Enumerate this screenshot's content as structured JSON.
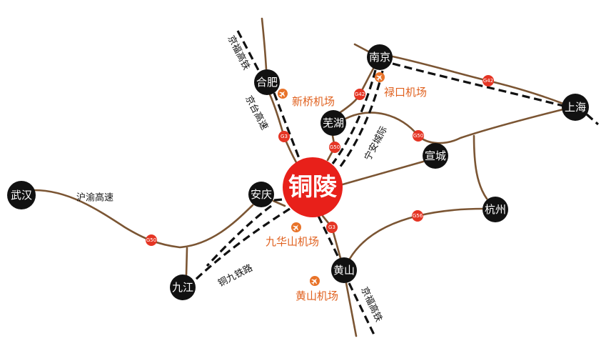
{
  "map": {
    "center_city": "铜陵",
    "cities": {
      "nanjing": "南京",
      "hefei": "合肥",
      "wuhu": "芜湖",
      "shanghai": "上海",
      "xuancheng": "宣城",
      "anqing": "安庆",
      "wuhan": "武汉",
      "hangzhou": "杭州",
      "huangshan": "黄山",
      "jiujiang": "九江"
    },
    "airports": {
      "xinqiao": "新桥机场",
      "lukou": "禄口机场",
      "jiuhuashan": "九华山机场",
      "huangshan": "黄山机场"
    },
    "routes": {
      "jingfu_hsr_north": "京福高铁",
      "jingtai_expressway": "京台高速",
      "ningan_intercity": "宁安城际",
      "huyu_expressway": "沪渝高速",
      "tongjiu_railway": "铜九铁路",
      "jingfu_hsr_south": "京福高铁"
    },
    "highway_markers": {
      "g50_west": "G50",
      "g3_north": "G3",
      "g50_wuhu": "G50",
      "g42_nanjing_wuhu": "G42",
      "g42_east": "G42",
      "g50_east": "G50",
      "g56": "G56",
      "g3_south": "G3"
    },
    "icons": {
      "airport": "airplane-icon"
    },
    "colors": {
      "center": "#E8201A",
      "city": "#111111",
      "road": "#7B5533",
      "rail": "#111111",
      "marker": "#E53524",
      "airport": "#E8732A",
      "airport_label": "#E0611F",
      "route_label": "#111111"
    }
  }
}
